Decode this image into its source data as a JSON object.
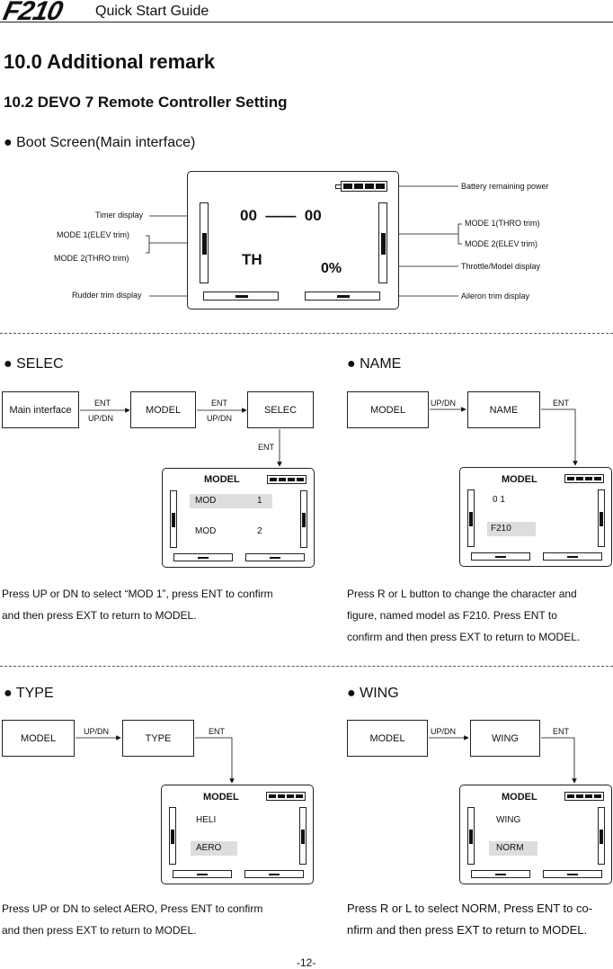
{
  "header": {
    "logo": "F210",
    "title": "Quick Start Guide"
  },
  "section_title": "10.0 Additional remark",
  "subsection_title": "10.2 DEVO 7 Remote Controller Setting",
  "boot": {
    "heading": "Boot Screen(Main interface)",
    "timer": "00  ——  00",
    "th": "TH",
    "percent": "0%",
    "labels": {
      "timer": "Timer display",
      "mode1_left": "MODE 1(ELEV trim)",
      "mode2_left": "MODE 2(THRO trim)",
      "rudder": "Rudder trim display",
      "battery": "Battery remaining power",
      "mode1_right": "MODE 1(THRO trim)",
      "mode2_right": "MODE 2(ELEV trim)",
      "throttle": "Throttle/Model display",
      "aileron": "Aileron trim display"
    }
  },
  "selec": {
    "heading": "SELEC",
    "box1": "Main interface",
    "box2": "MODEL",
    "box3": "SELEC",
    "arrow1_top": "ENT",
    "arrow1_bottom": "UP/DN",
    "arrow2_top": "ENT",
    "arrow2_bottom": "UP/DN",
    "arrow_down": "ENT",
    "lcd_title": "MODEL",
    "row1_label": "MOD",
    "row1_value": "1",
    "row2_label": "MOD",
    "row2_value": "2",
    "text1": "Press UP or DN to select “MOD 1”, press ENT to confirm",
    "text2": "and then press EXT to return to MODEL."
  },
  "name": {
    "heading": "NAME",
    "box1": "MODEL",
    "box2": "NAME",
    "arrow1": "UP/DN",
    "arrow2": "ENT",
    "lcd_title": "MODEL",
    "row1": "0 1",
    "row2": "F210",
    "text1": "Press R or L button to change the character and",
    "text2": "figure, named model as F210. Press ENT to",
    "text3": "confirm and then press EXT to return to MODEL."
  },
  "type": {
    "heading": "TYPE",
    "box1": "MODEL",
    "box2": "TYPE",
    "arrow1": "UP/DN",
    "arrow2": "ENT",
    "lcd_title": "MODEL",
    "row1": "HELI",
    "row2": "AERO",
    "text1": "Press UP or DN to select AERO, Press ENT to confirm",
    "text2": "and then press EXT to return to MODEL."
  },
  "wing": {
    "heading": "WING",
    "box1": "MODEL",
    "box2": "WING",
    "arrow1": "UP/DN",
    "arrow2": "ENT",
    "lcd_title": "MODEL",
    "row1": "WING",
    "row2": "NORM",
    "text1": "Press R or L to select NORM, Press ENT to co-",
    "text2": "nfirm and then press EXT to return to MODEL."
  },
  "footer": {
    "page": "-12-"
  }
}
